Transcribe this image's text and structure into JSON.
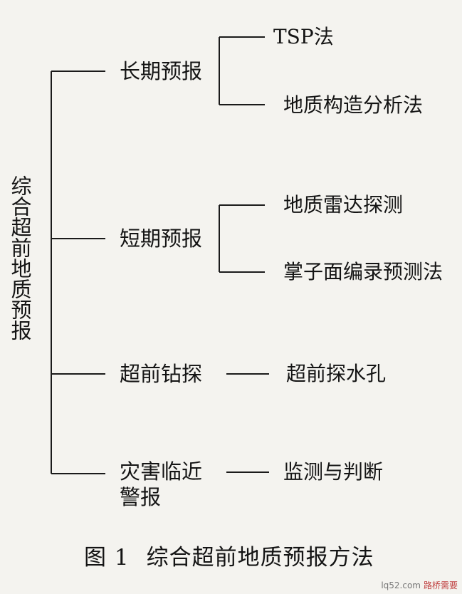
{
  "diagram": {
    "root": "综合超前地质预报",
    "branches": [
      {
        "label": "长期预报",
        "children": [
          "TSP法",
          "地质构造分析法"
        ]
      },
      {
        "label": "短期预报",
        "children": [
          "地质雷达探测",
          "掌子面编录预测法"
        ]
      },
      {
        "label": "超前钻探",
        "children": [
          "超前探水孔"
        ]
      },
      {
        "label": "灾害临近\n警报",
        "children": [
          "监测与判断"
        ]
      }
    ]
  },
  "caption": {
    "figure_number": "图 1",
    "title": "综合超前地质预报方法"
  },
  "watermark": {
    "site": "lq52.com",
    "name": "路桥需要"
  },
  "colors": {
    "line": "#1a1a1a",
    "text": "#141414",
    "background": "#f4f3ef"
  }
}
